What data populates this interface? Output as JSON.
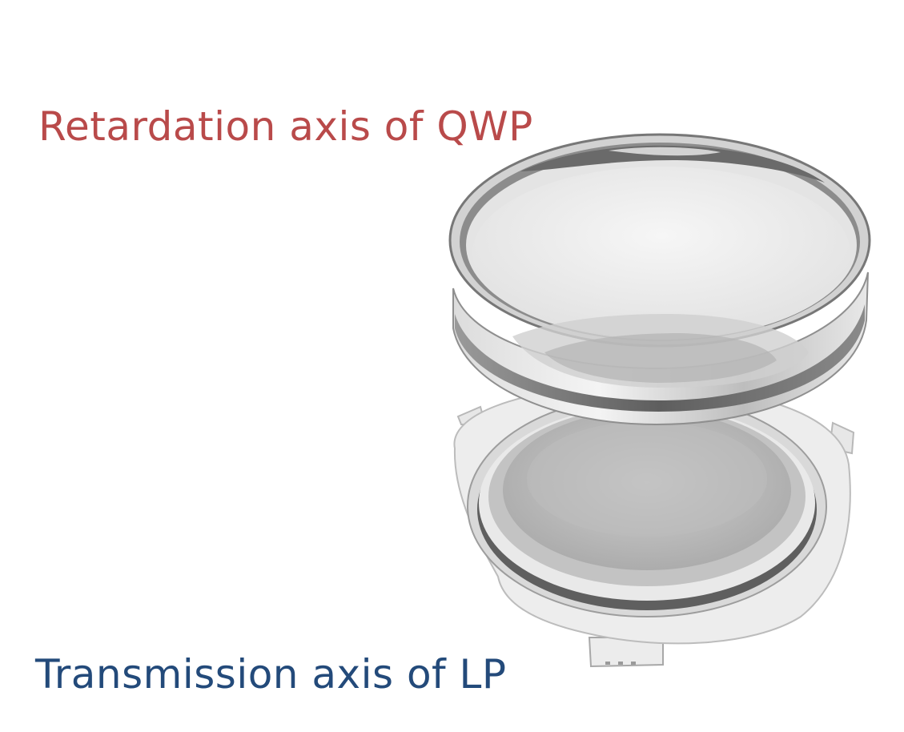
{
  "labels": {
    "qwp_axis": "Retardation axis of QWP",
    "lp_axis": "Transmission axis of LP"
  },
  "colors": {
    "qwp_label": "#b94a4a",
    "lp_label": "#234a7a",
    "background": "#ffffff"
  },
  "components": {
    "upper": "quarter-wave plate (QWP) lens in ring mount",
    "lower": "linear polarizer (LP) in flanged mount"
  }
}
